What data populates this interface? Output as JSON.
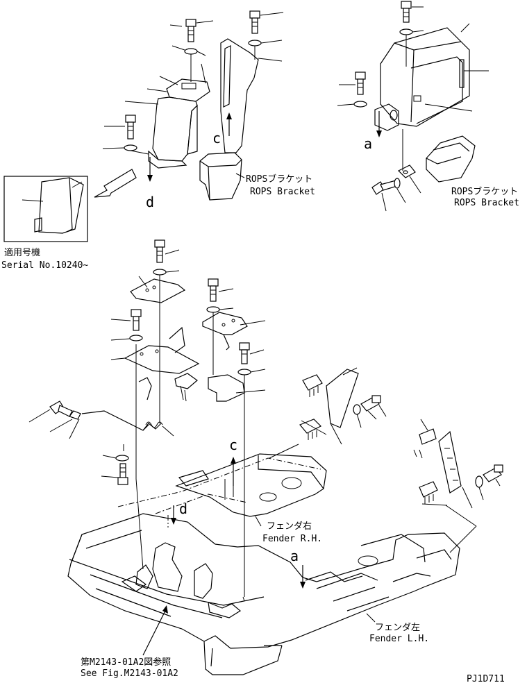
{
  "labels": {
    "rops_bracket_jp_1": "ROPSブラケット",
    "rops_bracket_en_1": "ROPS Bracket",
    "rops_bracket_jp_2": "ROPSブラケット",
    "rops_bracket_en_2": "ROPS Bracket",
    "serial_jp": "適用号機",
    "serial_en": "Serial No.10240~",
    "fender_rh_jp": "フェンダ右",
    "fender_rh_en": "Fender R.H.",
    "fender_lh_jp": "フェンダ左",
    "fender_lh_en": "Fender L.H.",
    "see_fig_jp": "第M2143-01A2図参照",
    "see_fig_en": "See Fig.M2143-01A2",
    "drawing_no": "PJ1D711"
  },
  "markers": {
    "c": "c",
    "d": "d",
    "a": "a"
  }
}
